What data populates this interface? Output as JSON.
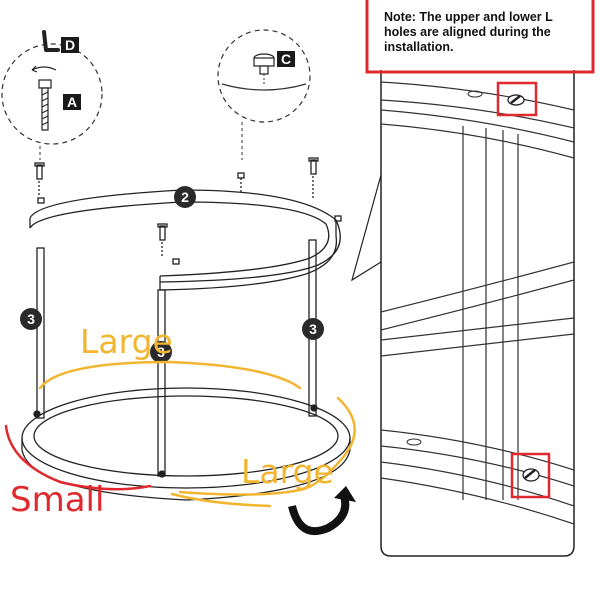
{
  "note": {
    "line1": "Note: The upper and lower L",
    "line2": "holes are aligned during the",
    "line3": "installation."
  },
  "parts": {
    "ring_upper": "2",
    "leg": "3",
    "allen_key": "D",
    "bolt": "A",
    "cap_screw": "C"
  },
  "annotations": {
    "large_top": "Large",
    "large_bottom": "Large",
    "small": "Small"
  },
  "colors": {
    "highlight_red": "#e0292e",
    "annotation_orange": "#f2b530",
    "line_dark": "#222222"
  }
}
